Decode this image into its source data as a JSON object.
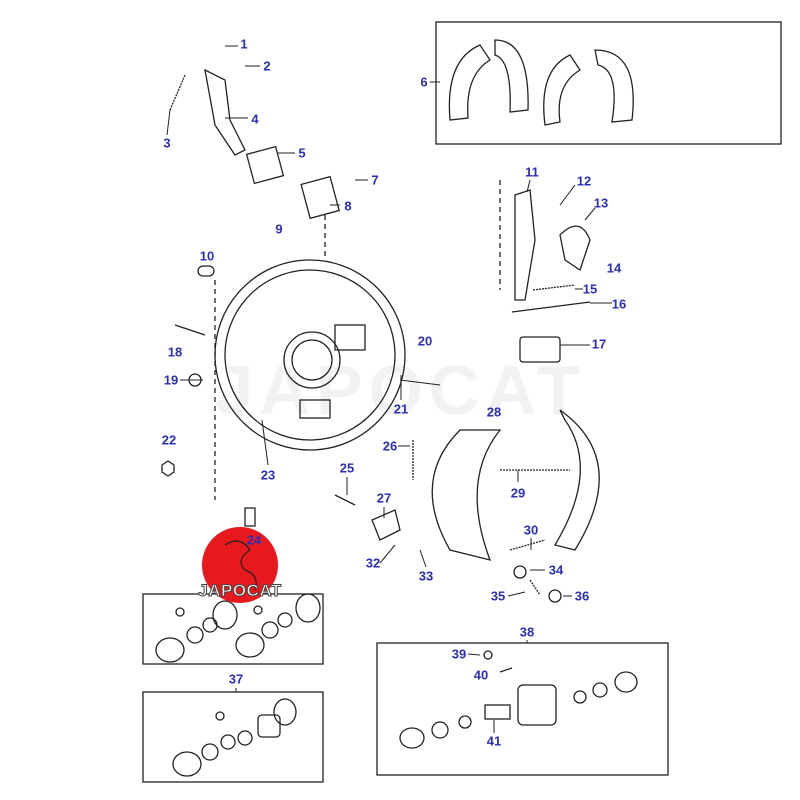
{
  "title": "Rear drum brake exploded parts diagram",
  "watermark": "JAPOCAT",
  "logo": {
    "text": "JAPOCAT",
    "color": "#e8191c"
  },
  "label_color": "#2b2fb8",
  "callouts": [
    "1",
    "2",
    "3",
    "4",
    "5",
    "6",
    "7",
    "8",
    "9",
    "10",
    "11",
    "12",
    "13",
    "14",
    "15",
    "16",
    "17",
    "18",
    "19",
    "20",
    "21",
    "22",
    "23",
    "24",
    "25",
    "26",
    "27",
    "28",
    "29",
    "30",
    "32",
    "33",
    "34",
    "35",
    "36",
    "37",
    "38",
    "39",
    "40",
    "41"
  ]
}
